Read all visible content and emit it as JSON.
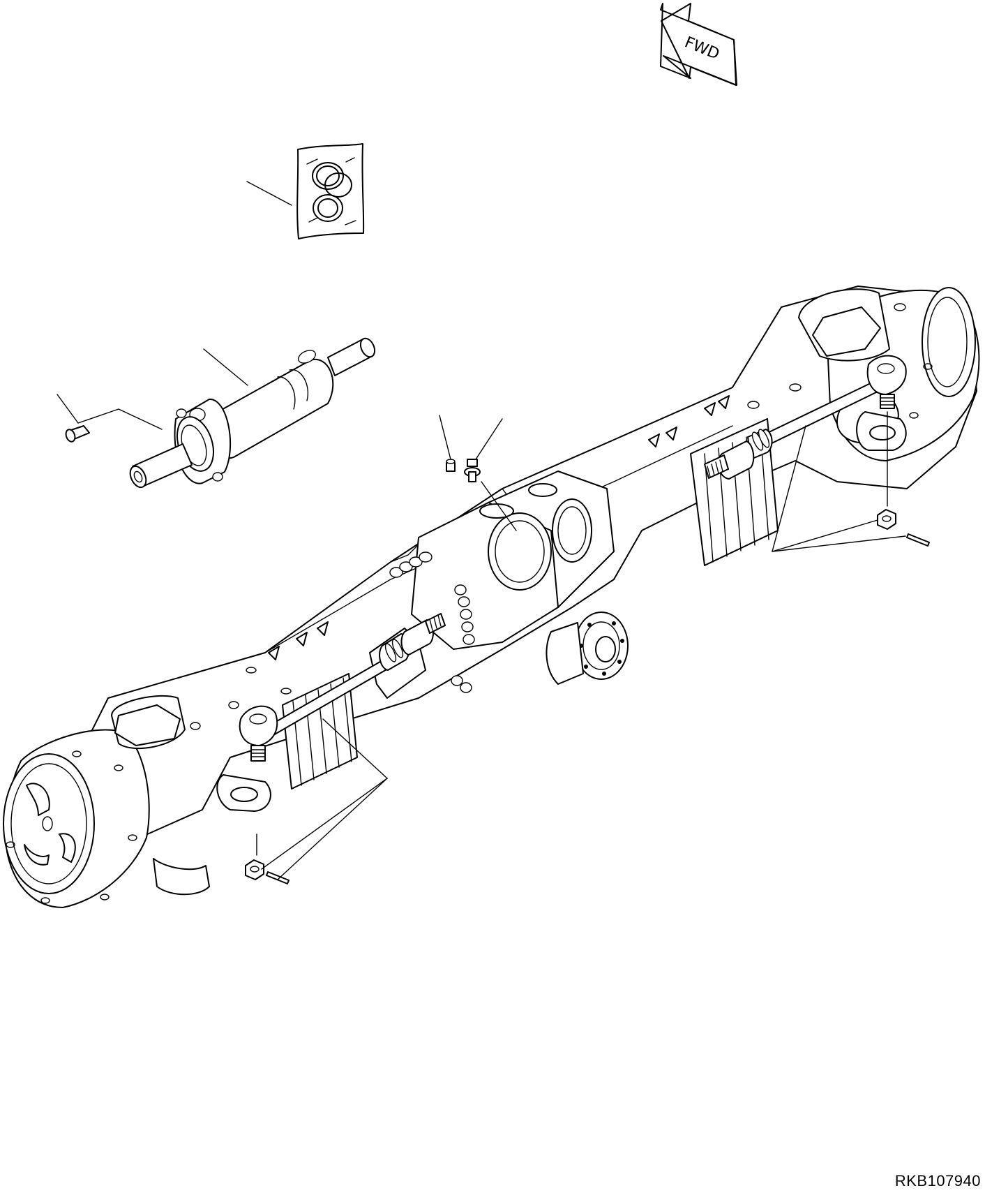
{
  "direction_indicator": {
    "label": "FWD"
  },
  "drawing_id": "RKB107940",
  "parts": [
    {
      "name": "seal-kit"
    },
    {
      "name": "steering-cylinder"
    },
    {
      "name": "mounting-bolt"
    },
    {
      "name": "grease-fitting"
    },
    {
      "name": "relief-valve"
    },
    {
      "name": "tie-rod-assembly-right"
    },
    {
      "name": "tie-rod-assembly-left"
    }
  ]
}
